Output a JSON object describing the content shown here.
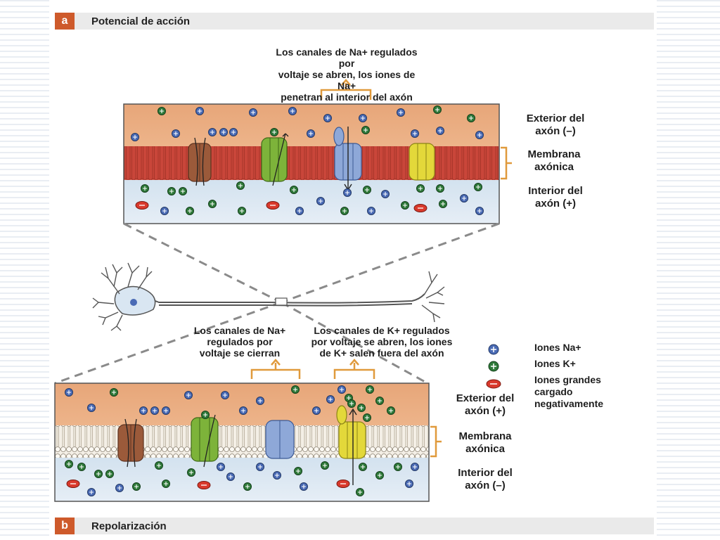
{
  "section_a": {
    "letter": "a",
    "title": "Potencial de acción"
  },
  "section_b": {
    "letter": "b",
    "title": "Repolarización"
  },
  "panel_a": {
    "callout": [
      "Los canales de Na+ regulados por",
      "voltaje se abren, los iones de Na+",
      "penetran al interior del axón"
    ],
    "exterior": [
      "Exterior del",
      "axón (–)"
    ],
    "membrane": [
      "Membrana",
      "axónica"
    ],
    "interior": [
      "Interior del",
      "axón (+)"
    ]
  },
  "panel_b": {
    "callout_na": [
      "Los canales de Na+",
      "regulados por",
      "voltaje se cierran"
    ],
    "callout_k": [
      "Los canales de K+ regulados",
      "por voltaje se abren, los iones",
      "de K+ salen fuera del axón"
    ],
    "exterior": [
      "Exterior del",
      "axón (+)"
    ],
    "membrane": [
      "Membrana",
      "axónica"
    ],
    "interior": [
      "Interior del",
      "axón (–)"
    ]
  },
  "legend": [
    {
      "icon": "sodium-ion-icon",
      "lines": [
        "Iones Na+"
      ]
    },
    {
      "icon": "potassium-ion-icon",
      "lines": [
        "Iones K+"
      ]
    },
    {
      "icon": "large-anion-icon",
      "lines": [
        "Iones grandes",
        "cargado",
        "negativamente"
      ]
    }
  ],
  "colors": {
    "accent": "#ce5a2b",
    "exterior_fill": "#e7a679",
    "interior_fill": "#dfe8f2",
    "membrane_active": "#c9463a",
    "na_ion": "#4a6bb5",
    "k_ion": "#2f7a3a",
    "anion": "#d9392c",
    "callout_bracket": "#e09a3c"
  }
}
